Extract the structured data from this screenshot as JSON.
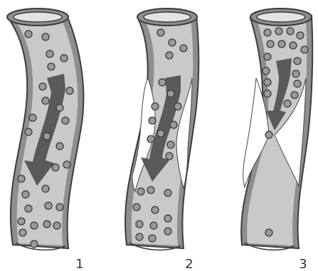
{
  "figure": {
    "panels": [
      {
        "label": "1",
        "state": "normal"
      },
      {
        "label": "2",
        "state": "narrowed"
      },
      {
        "label": "3",
        "state": "severely-narrowed"
      }
    ]
  }
}
